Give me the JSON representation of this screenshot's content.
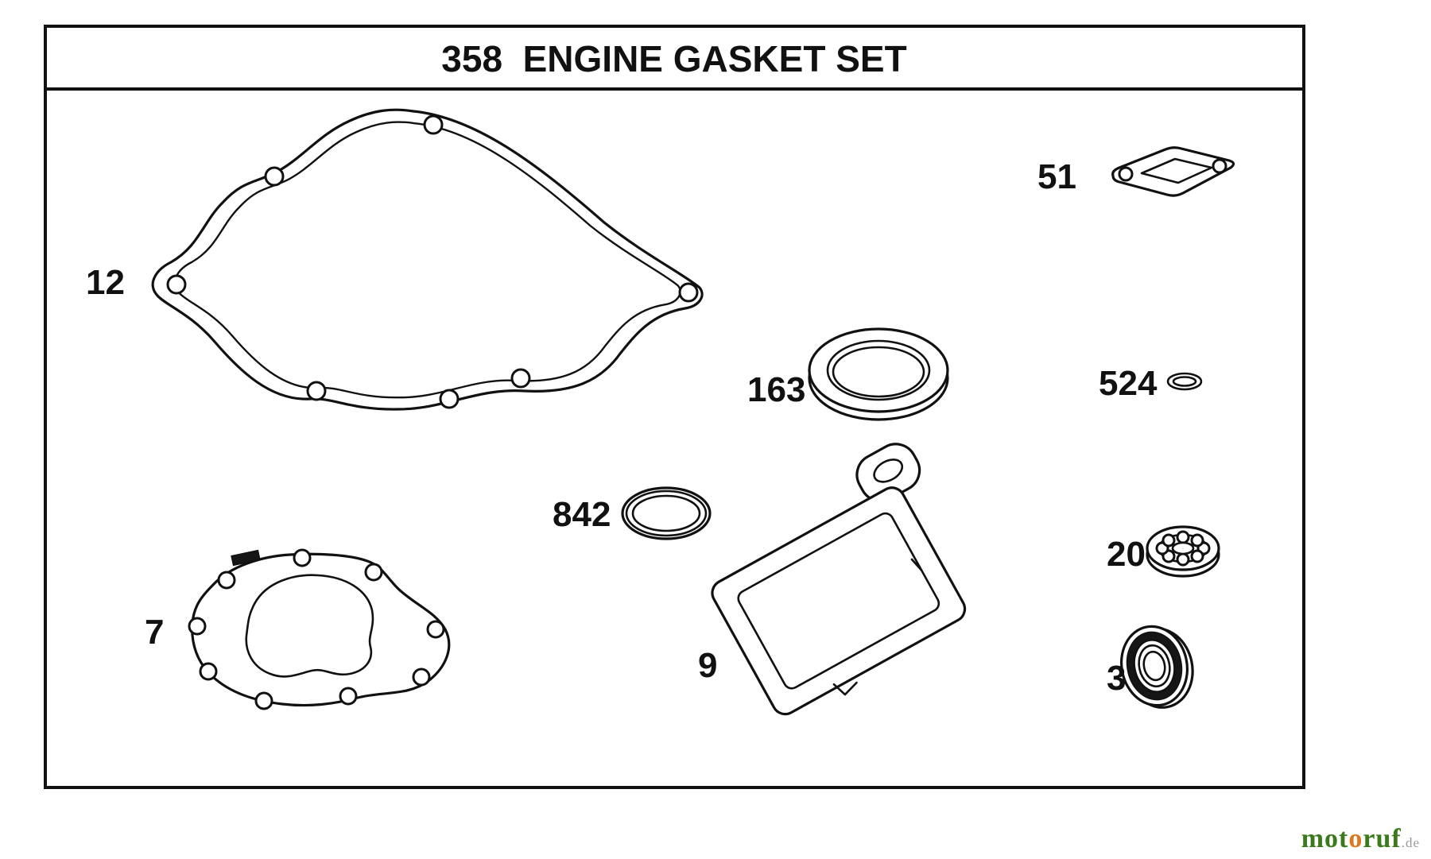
{
  "title": "358  ENGINE GASKET SET",
  "parts": {
    "p12": {
      "label": "12"
    },
    "p51": {
      "label": "51"
    },
    "p163": {
      "label": "163"
    },
    "p524": {
      "label": "524"
    },
    "p842": {
      "label": "842"
    },
    "p20": {
      "label": "20"
    },
    "p7": {
      "label": "7"
    },
    "p9": {
      "label": "9"
    },
    "p3": {
      "label": "3"
    }
  },
  "colors": {
    "line": "#111111",
    "watermark_green": "#3a7a1c",
    "watermark_orange": "#e0771c",
    "watermark_suffix": "#999999"
  },
  "watermark": {
    "prefix": "mot",
    "accent": "o",
    "rest": "ruf",
    "suffix": ".de"
  }
}
